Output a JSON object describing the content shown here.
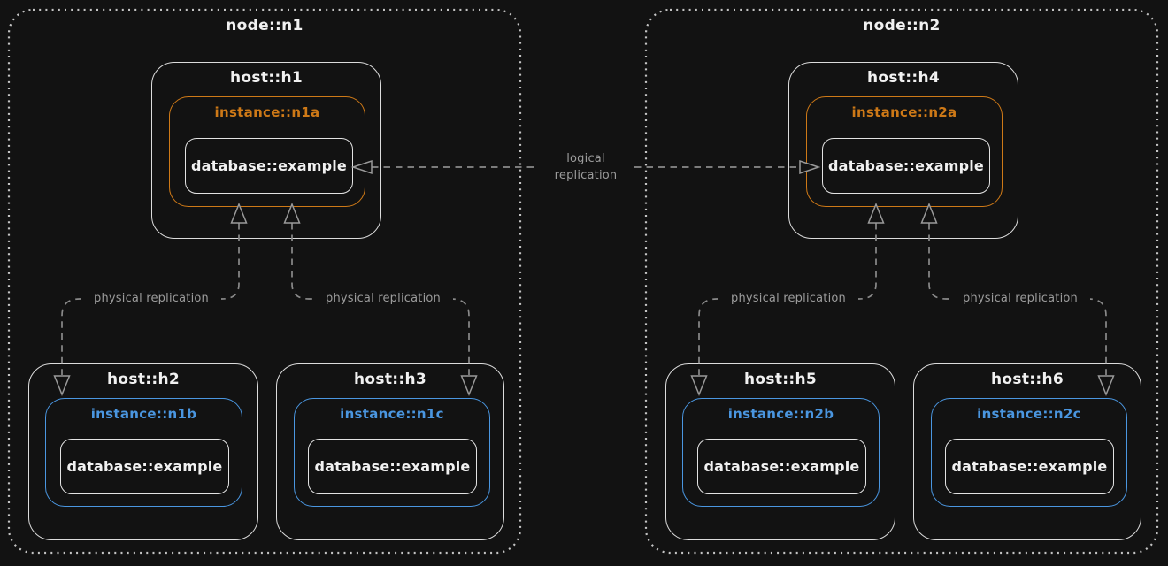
{
  "diagram": {
    "nodes": [
      {
        "label": "node::n1",
        "hosts": [
          {
            "label": "host::h1",
            "instance": {
              "label": "instance::n1a",
              "accent": "#CE7917",
              "database": {
                "label": "database::example"
              }
            }
          },
          {
            "label": "host::h2",
            "instance": {
              "label": "instance::n1b",
              "accent": "#4A96E0",
              "database": {
                "label": "database::example"
              }
            }
          },
          {
            "label": "host::h3",
            "instance": {
              "label": "instance::n1c",
              "accent": "#4A96E0",
              "database": {
                "label": "database::example"
              }
            }
          }
        ]
      },
      {
        "label": "node::n2",
        "hosts": [
          {
            "label": "host::h4",
            "instance": {
              "label": "instance::n2a",
              "accent": "#CE7917",
              "database": {
                "label": "database::example"
              }
            }
          },
          {
            "label": "host::h5",
            "instance": {
              "label": "instance::n2b",
              "accent": "#4A96E0",
              "database": {
                "label": "database::example"
              }
            }
          },
          {
            "label": "host::h6",
            "instance": {
              "label": "instance::n2c",
              "accent": "#4A96E0",
              "database": {
                "label": "database::example"
              }
            }
          }
        ]
      }
    ],
    "edges": [
      {
        "from": "instance::n1a",
        "to": "host::h2",
        "label": "physical replication",
        "style": "dashed",
        "arrows": "both"
      },
      {
        "from": "instance::n1a",
        "to": "host::h3",
        "label": "physical replication",
        "style": "dashed",
        "arrows": "both"
      },
      {
        "from": "instance::n2a",
        "to": "host::h5",
        "label": "physical replication",
        "style": "dashed",
        "arrows": "both"
      },
      {
        "from": "instance::n2a",
        "to": "host::h6",
        "label": "physical replication",
        "style": "dashed",
        "arrows": "both"
      },
      {
        "from": "database::example (instance::n1a)",
        "to": "database::example (instance::n2a)",
        "label": "logical replication",
        "style": "dashed",
        "arrows": "both"
      }
    ],
    "logical_label_lines": [
      "logical",
      "replication"
    ],
    "colors": {
      "background": "#121212",
      "node_border": "#c4c4c4",
      "host_border": "#dcdcdc",
      "database_border": "#e3e3e3",
      "instance_orange": "#CE7917",
      "instance_blue": "#4A96E0",
      "edge": "#8a8a8a",
      "edge_label_text": "#9c9c9c",
      "label_text": "#f1f1f1"
    }
  }
}
